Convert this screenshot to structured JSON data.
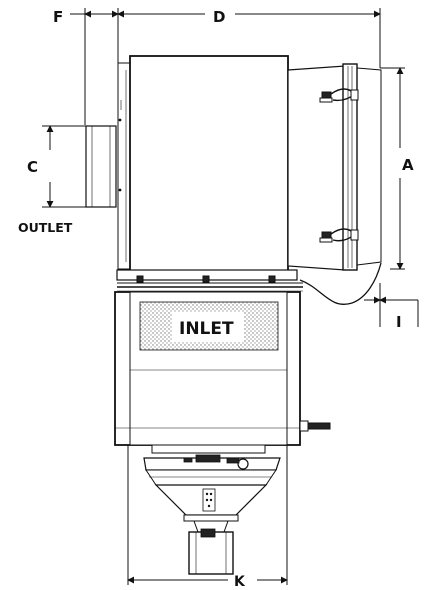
{
  "dimensions": {
    "A": "A",
    "C": "C",
    "D": "D",
    "F": "F",
    "I": "I",
    "K": "K"
  },
  "labels": {
    "outlet": "OUTLET",
    "inlet": "INLET"
  }
}
